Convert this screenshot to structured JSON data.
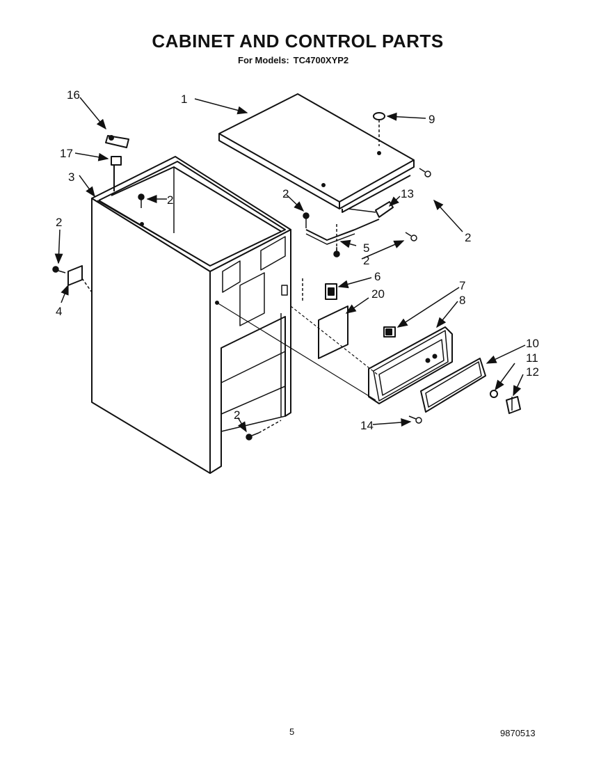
{
  "header": {
    "title": "CABINET AND CONTROL PARTS",
    "models_label": "For Models:",
    "model": "TC4700XYP2"
  },
  "callouts": [
    "1",
    "2",
    "3",
    "4",
    "5",
    "6",
    "7",
    "8",
    "9",
    "10",
    "11",
    "12",
    "13",
    "14",
    "16",
    "17",
    "20"
  ],
  "labels": {
    "c1": "1",
    "c2a": "2",
    "c2b": "2",
    "c2c": "2",
    "c2d": "2",
    "c2e": "2",
    "c2f": "2",
    "c3": "3",
    "c4": "4",
    "c5": "5",
    "c6": "6",
    "c7": "7",
    "c8": "8",
    "c9": "9",
    "c10": "10",
    "c11": "11",
    "c12": "12",
    "c13": "13",
    "c14": "14",
    "c16": "16",
    "c17": "17",
    "c20": "20"
  },
  "footer": {
    "page_number": "5",
    "doc_number": "9870513"
  }
}
